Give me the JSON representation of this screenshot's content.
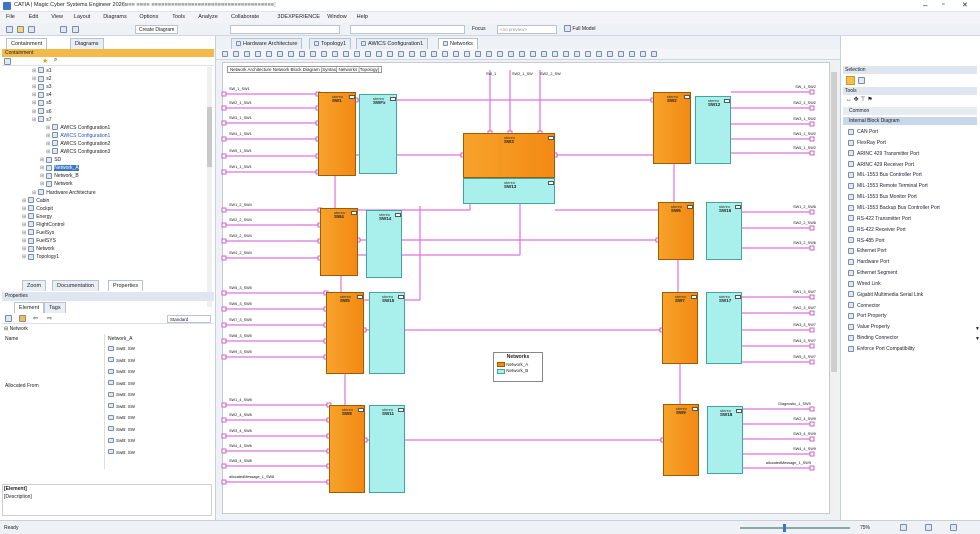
{
  "app": {
    "title": "CATIA | Magic Cyber Systems Engineer 2026x",
    "path": "- [■■■ ■■■■ ■■■■■■■■■■■■■■■■■■■■■■■■■■■■■■■■■■■■■]"
  },
  "menu": [
    "File",
    "Edit",
    "View",
    "Layout",
    "Diagrams",
    "Options",
    "Tools",
    "Analyze",
    "Collaborate",
    "3DEXPERIENCE",
    "Window",
    "Help"
  ],
  "toolbar": {
    "create_diagram": "Create Diagram",
    "focus_label": "Focus",
    "focus_value": "<no preview>",
    "full_model": "Full Model"
  },
  "left": {
    "tabs": [
      "Containment",
      "Diagrams"
    ],
    "panel_title": "Containment",
    "tree": [
      "s1",
      "s2",
      "s3",
      "s4",
      "s5",
      "s6",
      "s7",
      "AWICS Configuration1",
      "AWICS Configuration1",
      "AWICS Configuration2",
      "AWICS Configuration3",
      "SD",
      "Network_A",
      "Network_B",
      "Network",
      "Hardware Architecture",
      "Cabin",
      "Cockpit",
      "Energy",
      "FlightControl",
      "FuelSys",
      "FuelSYS",
      "Network",
      "Topology1"
    ],
    "bottom_tabs": [
      "Zoom",
      "Documentation",
      "Properties"
    ],
    "props_title": "Properties",
    "props_tabs": [
      "Element",
      "Tags"
    ],
    "props_mode": "Standard",
    "props_section": "Network",
    "props_name_label": "Name",
    "props_name_value": "Network_A",
    "allocated_label": "Allocated From",
    "allocated_items": [
      "SwB: SW",
      "SwB: SW",
      "SwB: SW",
      "SwB: SW",
      "SwB: SW",
      "SwB: SW",
      "SwB: SW",
      "SwB: SW",
      "SwB: SW",
      "SwB: SW"
    ],
    "elem_title": "[Element]",
    "elem_desc": "[Description]"
  },
  "diagram_tabs": [
    "Hardware Architecture",
    "Topology1",
    "AWICS Configuration1",
    "Networks"
  ],
  "breadcrumb": "Network Architecture  Network Block Diagram  [Syntax] Networks  [Topology]",
  "blocks": {
    "sw1": "SW1",
    "sw2": "SW2",
    "sw3": "SW3",
    "sw4": "SW4",
    "sw5": "SW5",
    "sw6": "SW6",
    "sw7": "SW7",
    "sw8": "SW8",
    "sw9": "SW9",
    "sw10": "SWFx",
    "sw11": "SW11",
    "sw12": "SW12",
    "sw13": "SW13",
    "sw14": "SW14",
    "sw15": "SW15",
    "sw16": "SW16",
    "sw17": "SW17",
    "sw18": "SW18",
    "stereo": "stereo"
  },
  "top_labels": [
    "SW_1",
    "SW2_1_SW",
    "SW2_2_SW"
  ],
  "left_ports": [
    "SW_1_SW1",
    "SW2_1_SW1",
    "SW3_1_SW1",
    "SW4_1_SW1",
    "SW5_1_SW1",
    "SW1_1_SW1",
    "SW1_2_SW4",
    "SW2_2_SW4",
    "SW3_2_SW4",
    "SW4_2_SW4",
    "SW5_3_SW5",
    "SW6_3_SW5",
    "SW7_3_SW5",
    "SW8_3_SW5",
    "SW9_3_SW5",
    "SW1_4_SW8",
    "SW2_4_SW8",
    "SW3_4_SW8",
    "SW4_4_SW8",
    "SW5_4_SW8",
    "allocatedMessage_1_SW8"
  ],
  "right_ports": [
    "SW_1_SW2",
    "SW2_1_SW2",
    "SW3_1_SW2",
    "SW4_1_SW2",
    "SW5_1_SW2",
    "SW1_2_SW6",
    "SW2_2_SW6",
    "SW3_2_SW6",
    "SW1_3_SW7",
    "SW2_3_SW7",
    "SW3_3_SW7",
    "SW4_3_SW7",
    "SW5_3_SW7",
    "Diagnostic_1_SW9",
    "SW2_4_SW9",
    "SW3_4_SW9",
    "SW4_4_SW9",
    "allocatedMessage_1_SW9"
  ],
  "legend": {
    "title": "Networks",
    "items": [
      {
        "label": "Network_A",
        "color": "#f28a14"
      },
      {
        "label": "Network_B",
        "color": "#a9f0ec"
      }
    ]
  },
  "palette": {
    "selection": "Selection",
    "tools": "Tools",
    "common": "Common",
    "section": "Internal Block Diagram",
    "items": [
      "CAN Port",
      "FlexRay Port",
      "ARINC 429 Transmitter Port",
      "ARINC 429 Receiver Port",
      "MIL-1553 Bus Controller Port",
      "MIL-1553 Remote Terminal Port",
      "MIL-1553 Bus Monitor Port",
      "MIL-1553 Backup Bus Controller Port",
      "RS-422 Transmitter Port",
      "RS-422 Receiver Port",
      "RS-485 Port",
      "Ethernet Port",
      "Hardware Port",
      "Ethernet Segment",
      "Wired Link",
      "Gigabit Multimedia Serial Link",
      "Connector",
      "Port Property",
      "Value Property",
      "Binding Connector",
      "Enforce Port Compatibility"
    ]
  },
  "status": {
    "left": "Ready",
    "zoom": "75%"
  },
  "colors": {
    "link": "#e070e0",
    "block": "#f28a14",
    "block_b": "#a9f0ec"
  }
}
